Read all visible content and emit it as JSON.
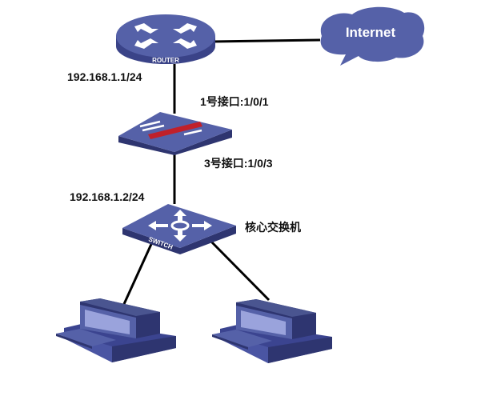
{
  "diagram": {
    "router_label": "ROUTER",
    "switch_label": "SWITCH",
    "cloud_label": "Internet",
    "router_ip": "192.168.1.1/24",
    "firewall_port_top": "1号接口:1/0/1",
    "firewall_port_bottom": "3号接口:1/0/3",
    "switch_ip": "192.168.1.2/24",
    "switch_name": "核心交换机"
  },
  "colors": {
    "device": "#5561a8",
    "device_dark": "#2e3570",
    "screen": "#9aa3dc",
    "firewall_bar": "#c0202a"
  }
}
